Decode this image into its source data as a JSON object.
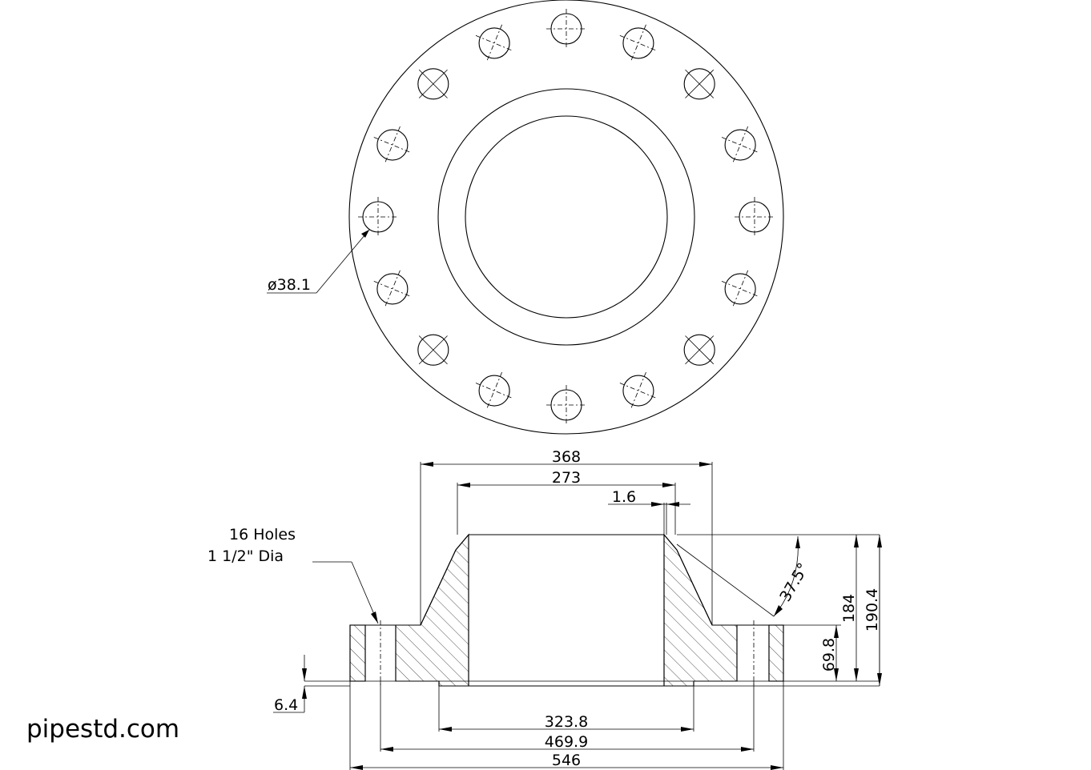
{
  "watermark": "pipestd.com",
  "bolt_hole_count": 16,
  "labels": {
    "hole_dia": "ø38.1",
    "holes_line1": "16 Holes",
    "holes_line2": "1 1/2\" Dia",
    "angle": "37.5°"
  },
  "dimensions": {
    "hub_dia": "368",
    "bore_top": "273",
    "chamfer": "1.6",
    "height_a": "184",
    "height_b": "190.4",
    "flange_thk": "69.8",
    "raised_face": "6.4",
    "rf_dia": "323.8",
    "bolt_circle": "469.9",
    "outer_dia": "546"
  },
  "colors": {
    "line": "#000000",
    "background": "#ffffff"
  }
}
